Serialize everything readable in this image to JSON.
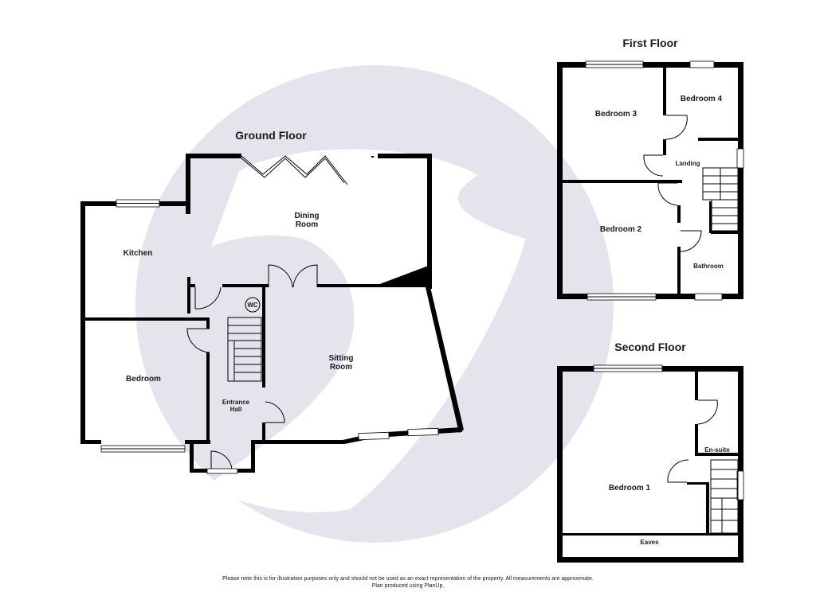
{
  "floors": {
    "ground": {
      "title": "Ground Floor",
      "rooms": {
        "kitchen": "Kitchen",
        "dining_line1": "Dining",
        "dining_line2": "Room",
        "bedroom": "Bedroom",
        "wc": "WC",
        "entrance_line1": "Entrance",
        "entrance_line2": "Hall",
        "sitting_line1": "Sitting",
        "sitting_line2": "Room"
      }
    },
    "first": {
      "title": "First Floor",
      "rooms": {
        "bedroom3": "Bedroom 3",
        "bedroom4": "Bedroom 4",
        "landing": "Landing",
        "bedroom2": "Bedroom 2",
        "bathroom": "Bathroom"
      }
    },
    "second": {
      "title": "Second Floor",
      "rooms": {
        "ensuite": "En-suite",
        "bedroom1": "Bedroom 1",
        "eaves": "Eaves"
      }
    }
  },
  "footer": {
    "line1": "Please note this is for illustration purposes only and should not be used as an exact representation of the property. All measurements are approximate.",
    "line2": "Plan produced using PlanUp."
  },
  "colors": {
    "wall": "#000000",
    "watermark": "#e4e4ec",
    "background": "#ffffff"
  }
}
